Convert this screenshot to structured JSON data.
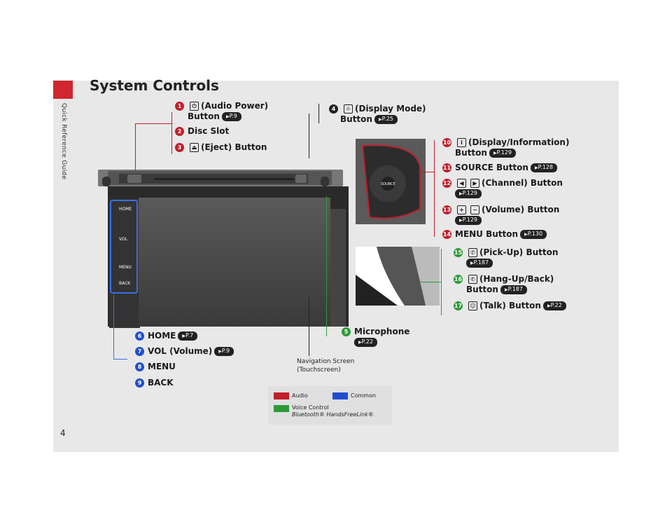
{
  "sidebar": {
    "section": "Quick Reference Guide"
  },
  "page": {
    "number": "4",
    "title": "System Controls"
  },
  "labels": [
    {
      "n": "1",
      "pre": "",
      "text": "(Audio Power)",
      "line2": "Button",
      "ref": "P.9",
      "color": "r"
    },
    {
      "n": "2",
      "text": "Disc Slot",
      "color": "r"
    },
    {
      "n": "3",
      "text": "(Eject) Button",
      "color": "r"
    },
    {
      "n": "4",
      "text": "(Display Mode)",
      "line2": "Button",
      "ref": "P.25",
      "color": "k"
    },
    {
      "n": "5",
      "text": "Microphone",
      "ref": "P.22",
      "color": "g"
    },
    {
      "n": "6",
      "text": "HOME",
      "ref": "P.7",
      "color": "b"
    },
    {
      "n": "7",
      "text": "VOL (Volume)",
      "ref": "P.9",
      "color": "b"
    },
    {
      "n": "8",
      "text": "MENU",
      "color": "b"
    },
    {
      "n": "9",
      "text": "BACK",
      "color": "b"
    },
    {
      "n": "10",
      "text": "(Display/Information)",
      "line2": "Button",
      "ref": "P.129",
      "color": "r"
    },
    {
      "n": "11",
      "text": "SOURCE Button",
      "ref": "P.128",
      "color": "r"
    },
    {
      "n": "12",
      "text": "(Channel) Button",
      "ref": "P.129",
      "color": "r"
    },
    {
      "n": "13",
      "text": "(Volume) Button",
      "ref": "P.129",
      "color": "r"
    },
    {
      "n": "14",
      "text": "MENU Button",
      "ref": "P.130",
      "color": "r"
    },
    {
      "n": "15",
      "text": "(Pick-Up) Button",
      "ref": "P.187",
      "color": "g"
    },
    {
      "n": "16",
      "text": "(Hang-Up/Back)",
      "line2": "Button",
      "ref": "P.187",
      "color": "g"
    },
    {
      "n": "17",
      "text": "(Talk) Button",
      "ref": "P.22",
      "color": "g"
    }
  ],
  "nav_screen": {
    "line1": "Navigation Screen",
    "line2": "(Touchscreen)"
  },
  "unit_buttons": {
    "home": "HOME",
    "vol": "VOL",
    "menu": "MENU",
    "back": "BACK",
    "source": "SOURCE"
  },
  "legend": {
    "audio": "Audio",
    "common": "Common",
    "voice1": "Voice Control",
    "voice2": "Bluetooth® HandsFreeLink®"
  },
  "colors": {
    "audio": "#c11f2b",
    "common": "#1f4fd0",
    "voice": "#2d9a38"
  }
}
